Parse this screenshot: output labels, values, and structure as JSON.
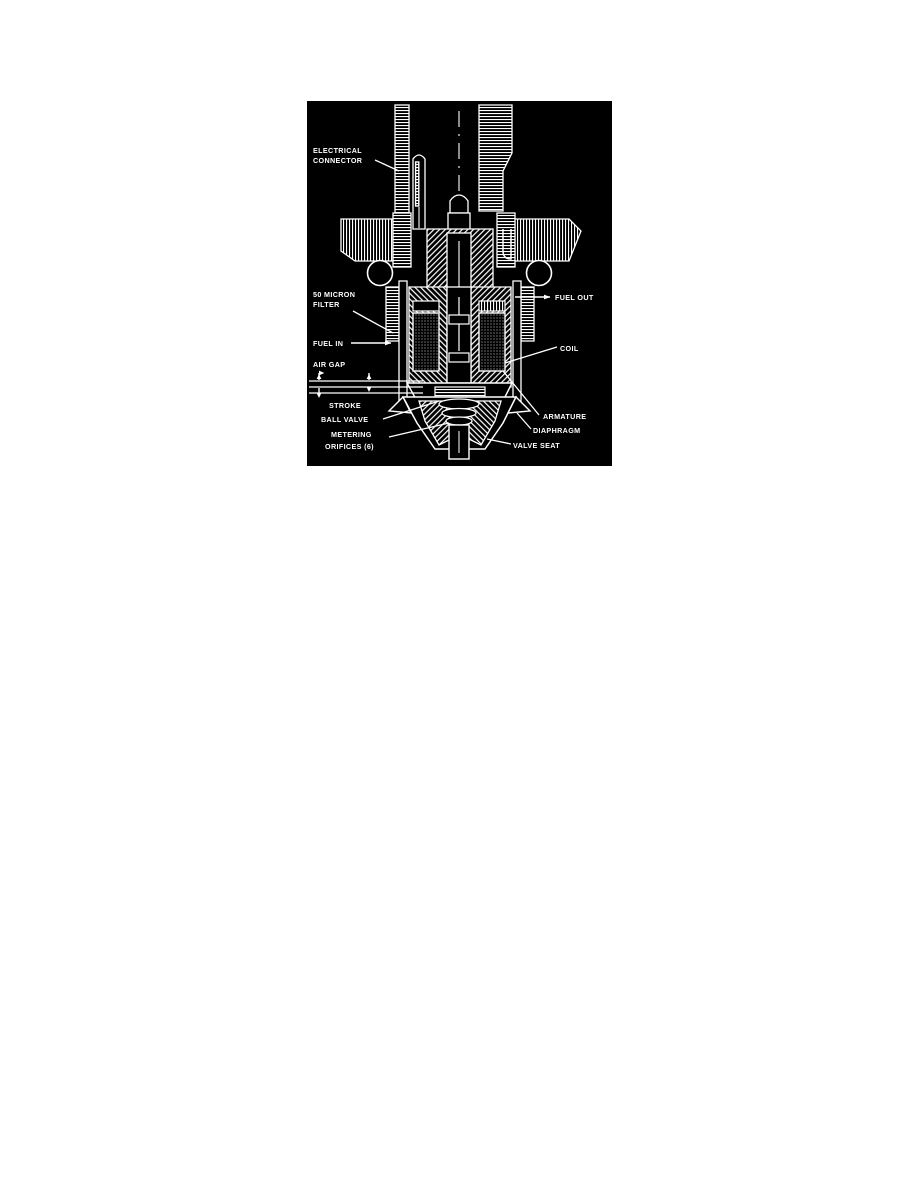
{
  "page": {
    "background_color": "#ffffff",
    "figure": {
      "name": "fuel-injector-cutaway",
      "background_color": "#000000",
      "line_color": "#ffffff",
      "caption": "",
      "type": "technical-cutaway-diagram",
      "subject": "Electronic fuel injector sectional view",
      "labels": [
        {
          "id": "electrical-connector",
          "lines": [
            "ELECTRICAL",
            "CONNECTOR"
          ],
          "side": "left",
          "has_leader": true,
          "has_arrow": false
        },
        {
          "id": "fifty-micron-filter",
          "lines": [
            "50 MICRON",
            "FILTER"
          ],
          "side": "left",
          "has_leader": true,
          "has_arrow": false
        },
        {
          "id": "fuel-in",
          "lines": [
            "FUEL IN"
          ],
          "side": "left",
          "has_leader": true,
          "has_arrow": true
        },
        {
          "id": "air-gap",
          "lines": [
            "AIR GAP"
          ],
          "side": "left",
          "has_leader": false,
          "has_arrow": true
        },
        {
          "id": "stroke",
          "lines": [
            "STROKE"
          ],
          "side": "left",
          "has_leader": false,
          "has_arrow": true
        },
        {
          "id": "ball-valve",
          "lines": [
            "BALL VALVE"
          ],
          "side": "left",
          "has_leader": true,
          "has_arrow": false
        },
        {
          "id": "metering-orifices",
          "lines": [
            "METERING",
            "ORIFICES (6)"
          ],
          "side": "left",
          "has_leader": true,
          "has_arrow": false
        },
        {
          "id": "fuel-out",
          "lines": [
            "FUEL OUT"
          ],
          "side": "right",
          "has_leader": true,
          "has_arrow": true
        },
        {
          "id": "coil",
          "lines": [
            "COIL"
          ],
          "side": "right",
          "has_leader": true,
          "has_arrow": false
        },
        {
          "id": "armature",
          "lines": [
            "ARMATURE"
          ],
          "side": "right",
          "has_leader": true,
          "has_arrow": false
        },
        {
          "id": "diaphragm",
          "lines": [
            "DIAPHRAGM"
          ],
          "side": "right",
          "has_leader": true,
          "has_arrow": false
        },
        {
          "id": "valve-seat",
          "lines": [
            "VALVE SEAT"
          ],
          "side": "right",
          "has_leader": true,
          "has_arrow": false
        }
      ]
    }
  }
}
